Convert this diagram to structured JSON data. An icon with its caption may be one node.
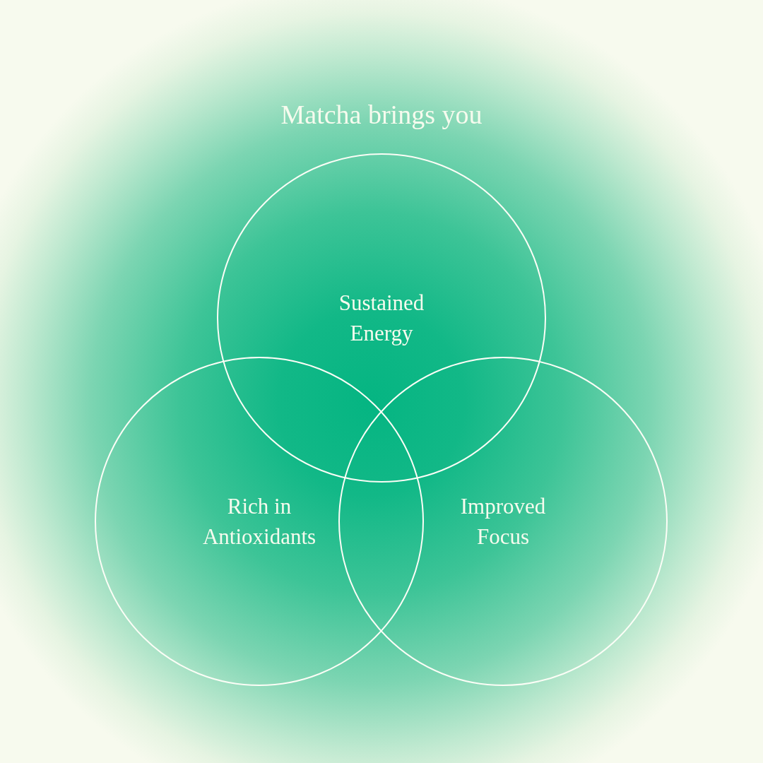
{
  "diagram": {
    "title": "Matcha brings you",
    "nodes": [
      {
        "text": [
          "Sustained Energy"
        ]
      },
      {
        "text": [
          "Rich in Antioxidants"
        ]
      },
      {
        "text": [
          "Improved Focus"
        ]
      }
    ]
  }
}
